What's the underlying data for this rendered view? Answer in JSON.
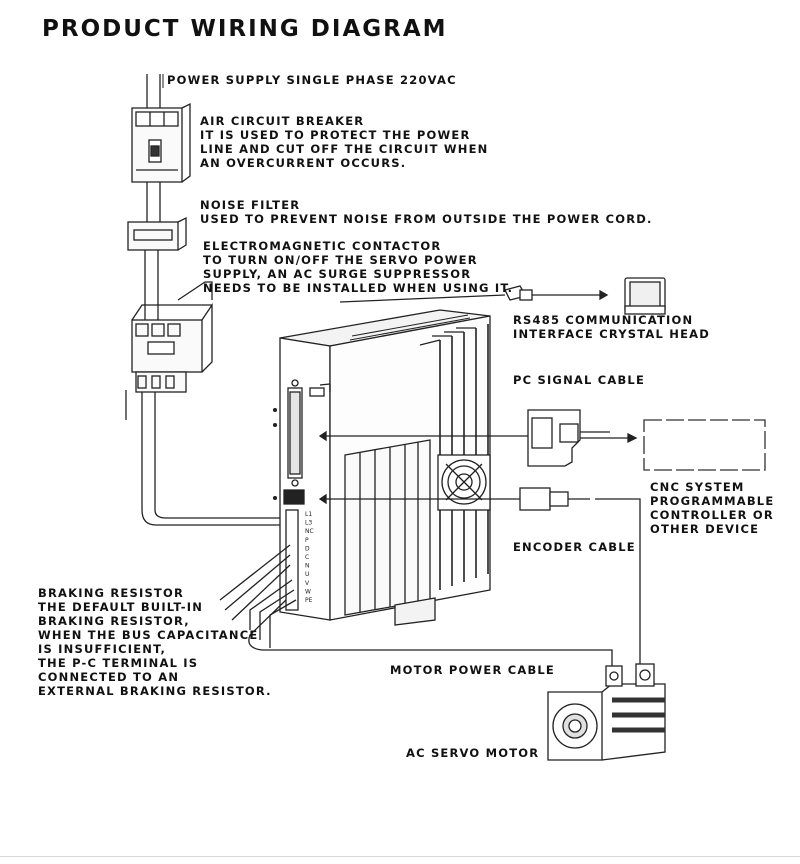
{
  "title": "PRODUCT WIRING DIAGRAM",
  "labels": {
    "power_supply": [
      "POWER SUPPLY SINGLE PHASE 220VAC"
    ],
    "air_breaker": [
      "AIR CIRCUIT BREAKER",
      "IT IS USED TO PROTECT THE POWER",
      "LINE AND CUT OFF THE CIRCUIT WHEN",
      "AN OVERCURRENT OCCURS."
    ],
    "noise_filter": [
      "NOISE FILTER",
      "USED TO PREVENT NOISE FROM OUTSIDE THE POWER CORD."
    ],
    "contactor": [
      "ELECTROMAGNETIC CONTACTOR",
      "TO TURN ON/OFF THE SERVO POWER",
      "SUPPLY, AN AC SURGE SUPPRESSOR",
      "NEEDS TO BE INSTALLED WHEN USING IT."
    ],
    "rs485": [
      "RS485 COMMUNICATION",
      "INTERFACE CRYSTAL HEAD"
    ],
    "pc_signal": [
      "PC SIGNAL CABLE"
    ],
    "cnc": [
      "CNC SYSTEM",
      "PROGRAMMABLE",
      "CONTROLLER OR",
      "OTHER DEVICE"
    ],
    "encoder": [
      "ENCODER CABLE"
    ],
    "braking": [
      "BRAKING RESISTOR",
      "THE DEFAULT BUILT-IN",
      "BRAKING RESISTOR,",
      "WHEN THE BUS CAPACITANCE",
      "IS INSUFFICIENT,",
      "THE P-C TERMINAL IS",
      "CONNECTED TO AN",
      "EXTERNAL BRAKING RESISTOR."
    ],
    "motor_cable": [
      "MOTOR POWER CABLE"
    ],
    "servo_motor": [
      "AC SERVO MOTOR"
    ]
  },
  "terminal_labels": [
    "L1",
    "L3",
    "NC",
    "P",
    "D",
    "C",
    "N",
    "U",
    "V",
    "W",
    "PE"
  ]
}
